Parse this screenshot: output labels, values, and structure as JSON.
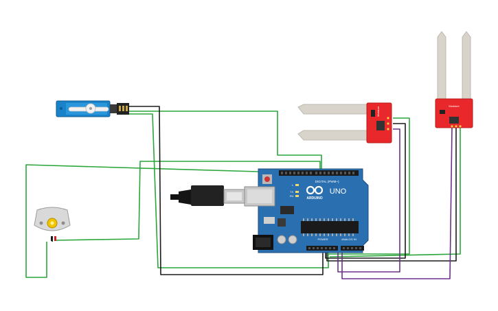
{
  "board": {
    "logo_text": "ARDUINO",
    "model_text": "UNO",
    "digital_label": "DIGITAL (PWM~)",
    "power_label": "POWER",
    "analog_label": "ANALOG IN",
    "tx_label": "TX",
    "rx_label": "RX",
    "l_label": "L"
  },
  "sensors": {
    "sensor1_label": "Moisture",
    "sensor2_label": "Moisture"
  },
  "colors": {
    "board": "#2a6fb0",
    "sensor_pcb": "#e8282b",
    "probe": "#d8d3cb",
    "servo": "#1a82c8",
    "motor": "#d9d9d9",
    "wire_green": "#2aa63a",
    "wire_black": "#1a1a1a",
    "wire_purple": "#6b2e8a",
    "wire_red": "#cc2222"
  },
  "icons": [
    "servo-icon",
    "dc-motor-icon",
    "usb-cable-icon",
    "soil-sensor-icon"
  ]
}
